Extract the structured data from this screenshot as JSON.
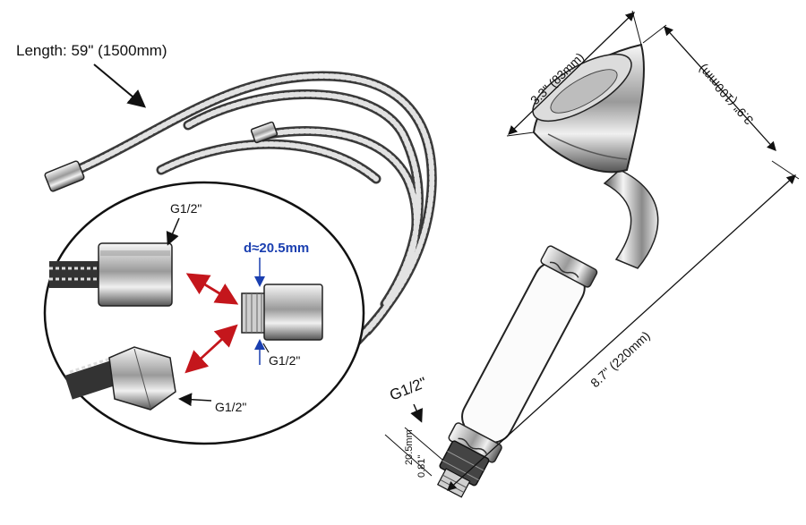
{
  "labels": {
    "hose_length": "Length: 59\" (1500mm)",
    "g_top": "G1/2\"",
    "g_mid": "G1/2\"",
    "g_bottom": "G1/2\"",
    "diameter": "d≈20.5mm",
    "head_width": "3.3\" (83mm)",
    "head_depth": "3.9\" (100mm)",
    "total_length": "8.7\" (220mm)",
    "handle_thread": "G1/2\"",
    "thread_inch": "0.81\"",
    "thread_mm": "20.5mm"
  },
  "colors": {
    "line": "#111111",
    "accent_red": "#c4161c",
    "accent_blue": "#1a3fb0",
    "chrome_light": "#e9e9e9",
    "chrome_dark": "#6a6a6a"
  }
}
